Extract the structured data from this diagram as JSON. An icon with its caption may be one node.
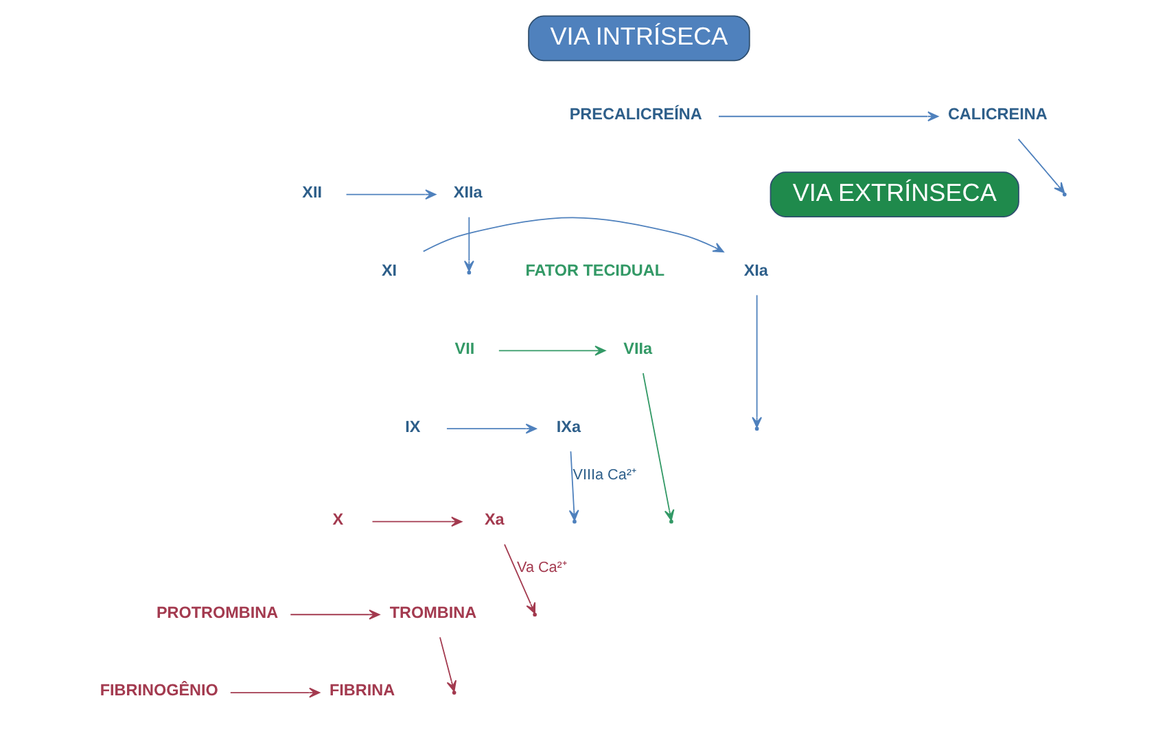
{
  "diagram": {
    "nodes": [
      {
        "text": [
          "VIA INTRÍSECA"
        ]
      },
      {
        "text": [
          "PRECALICREÍNA"
        ]
      },
      {
        "text": [
          "CALICREINA"
        ]
      },
      {
        "text": [
          "XII"
        ]
      },
      {
        "text": [
          "XIIa"
        ]
      },
      {
        "text": [
          "XI"
        ]
      },
      {
        "text": [
          "XIa"
        ]
      },
      {
        "text": [
          "IX"
        ]
      },
      {
        "text": [
          "IXa"
        ]
      },
      {
        "text": [
          "VIA EXTRÍNSECA"
        ]
      },
      {
        "text": [
          "VII"
        ]
      },
      {
        "text": [
          "VIIa"
        ]
      },
      {
        "text": [
          "X"
        ]
      },
      {
        "text": [
          "Xa"
        ]
      },
      {
        "text": [
          "PROTROMBINA"
        ]
      },
      {
        "text": [
          "TROMBINA"
        ]
      },
      {
        "text": [
          "FIBRINOGÊNIO"
        ]
      },
      {
        "text": [
          "FIBRINA"
        ]
      }
    ],
    "edges": [
      {
        "from": 1,
        "to": 2,
        "arrow": "to"
      },
      {
        "from": 2,
        "to": null,
        "arrow": "to"
      },
      {
        "from": 3,
        "to": 4,
        "arrow": "to"
      },
      {
        "from": 4,
        "to": null,
        "arrow": "to"
      },
      {
        "from": 5,
        "to": 6,
        "arrow": "to"
      },
      {
        "from": 6,
        "to": null,
        "arrow": "to"
      },
      {
        "from": 7,
        "to": 8,
        "arrow": "to"
      },
      {
        "from": 8,
        "to": null,
        "arrow": "to",
        "label": "VIIIa Ca²⁺"
      },
      {
        "from": 10,
        "to": 11,
        "arrow": "to",
        "color": "#339966"
      },
      {
        "from": 11,
        "to": null,
        "arrow": "to",
        "color": "#339966"
      },
      {
        "from": 12,
        "to": 13,
        "arrow": "to",
        "color": "#a33a4f"
      },
      {
        "from": 13,
        "to": null,
        "arrow": "to",
        "label": "Va Ca²⁺",
        "color": "#a33a4f"
      },
      {
        "from": 14,
        "to": 15,
        "arrow": "to",
        "color": "#a33a4f"
      },
      {
        "from": 15,
        "to": null,
        "arrow": "to",
        "color": "#a33a4f"
      },
      {
        "from": 16,
        "to": 17,
        "arrow": "to",
        "color": "#a33a4f"
      }
    ],
    "labels": [
      "FATOR TECIDUAL"
    ]
  }
}
